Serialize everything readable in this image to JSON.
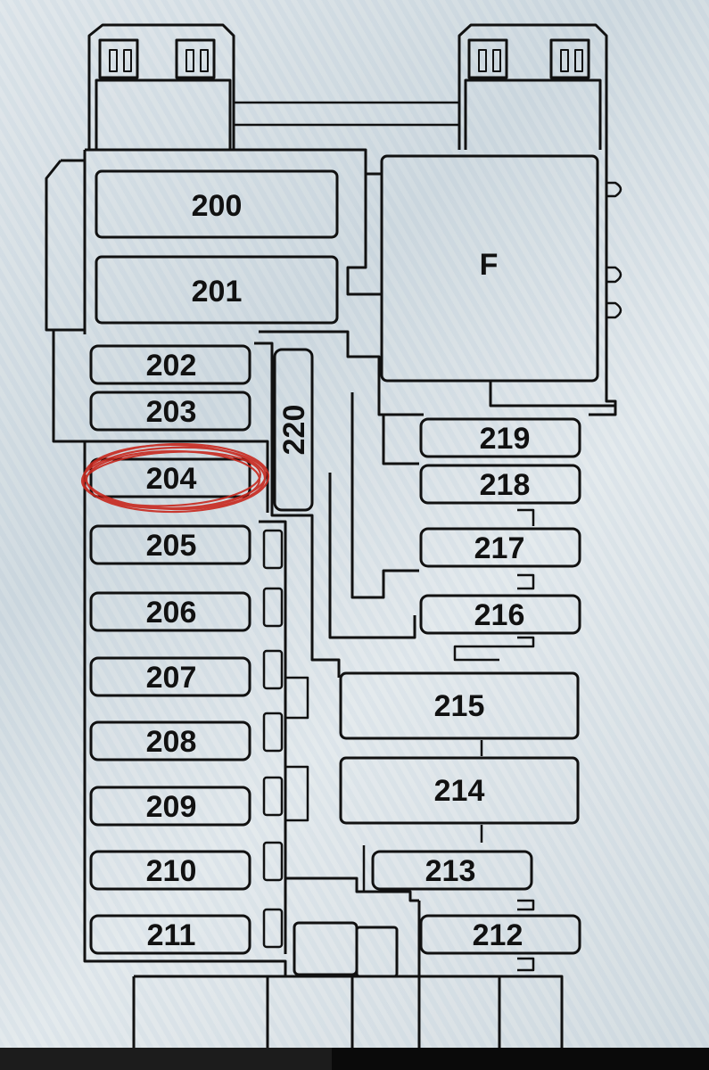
{
  "fuses": {
    "f200": "200",
    "f201": "201",
    "f202": "202",
    "f203": "203",
    "f204": "204",
    "f205": "205",
    "f206": "206",
    "f207": "207",
    "f208": "208",
    "f209": "209",
    "f210": "210",
    "f211": "211",
    "f212": "212",
    "f213": "213",
    "f214": "214",
    "f215": "215",
    "f216": "216",
    "f217": "217",
    "f218": "218",
    "f219": "219",
    "f220": "220",
    "relay_f": "F"
  },
  "highlight": {
    "target": "204",
    "color": "#c8281e"
  },
  "colors": {
    "line": "#111111",
    "fill": "#e6ebee"
  }
}
